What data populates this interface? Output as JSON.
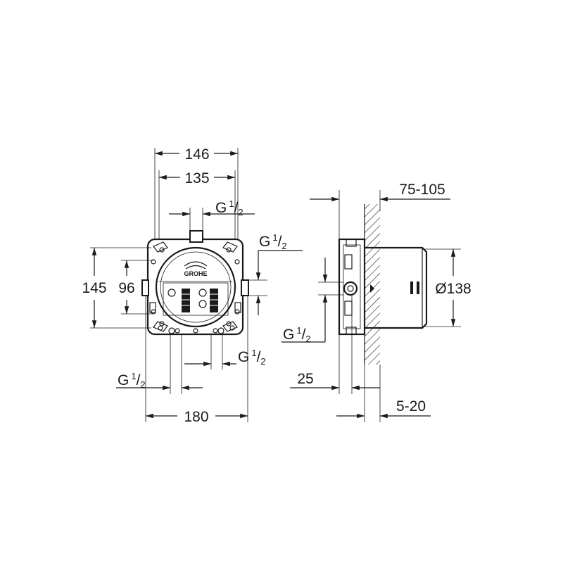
{
  "front_view": {
    "dim_146": "146",
    "dim_135": "135",
    "dim_180": "180",
    "dim_145": "145",
    "dim_96": "96",
    "thread_top": {
      "base": "G",
      "num": "1",
      "sep": "/",
      "den": "2"
    },
    "thread_right": {
      "base": "G",
      "num": "1",
      "sep": "/",
      "den": "2"
    },
    "thread_bottom_right": {
      "base": "G",
      "num": "1",
      "sep": "/",
      "den": "2"
    },
    "thread_bottom_left": {
      "base": "G",
      "num": "1",
      "sep": "/",
      "den": "2"
    },
    "logo_text": "GROHE"
  },
  "side_view": {
    "dim_75_105": "75-105",
    "dim_25": "25",
    "dim_5_20": "5-20",
    "diameter": "Ø138",
    "thread_left": {
      "base": "G",
      "num": "1",
      "sep": "/",
      "den": "2"
    }
  }
}
